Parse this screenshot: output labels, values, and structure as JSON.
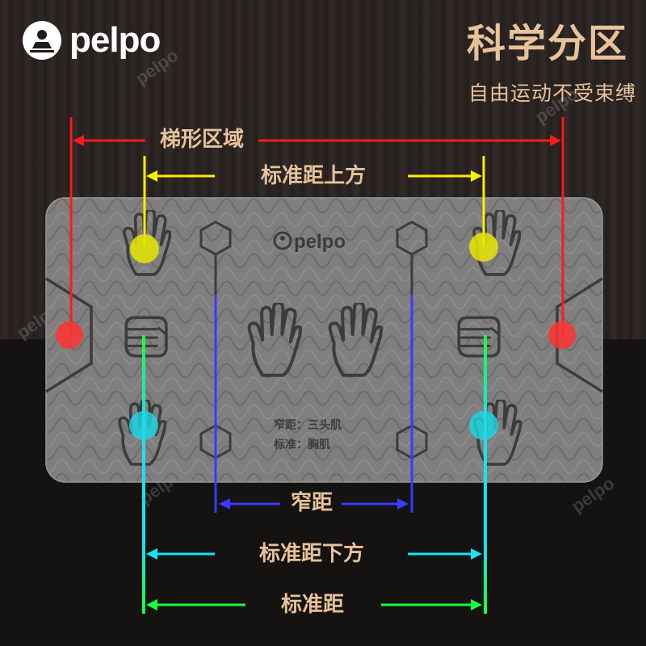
{
  "brand": {
    "name": "pelpo",
    "logo_icon": "pelpo-logo-icon"
  },
  "headline": "科学分区",
  "subheadline": "自由运动不受束缚",
  "mat": {
    "logo_text": "pelpo",
    "notes": [
      "窄距：三头肌",
      "标准：胸肌"
    ]
  },
  "zones": {
    "trapezoid": "梯形区域",
    "standard_upper": "标准距上方",
    "narrow": "窄距",
    "standard_lower": "标准距下方",
    "standard": "标准距"
  },
  "colors": {
    "red": "#ff1a1a",
    "yellow": "#ffee00",
    "blue": "#3a3aff",
    "cyan": "#19e3f0",
    "green": "#1aff3a",
    "accent_text": "#e7c29a",
    "mat": "#7d7d7d"
  },
  "watermark": "pelpo"
}
